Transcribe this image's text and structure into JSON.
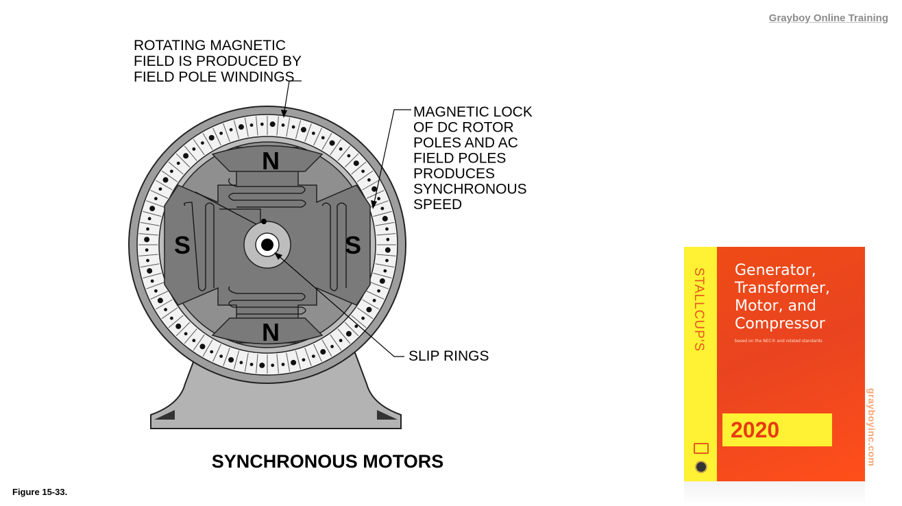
{
  "header": {
    "link_text": "Grayboy Online Training"
  },
  "diagram": {
    "label_rotating": [
      "ROTATING MAGNETIC",
      "FIELD  IS PRODUCED BY",
      "FIELD POLE WINDINGS"
    ],
    "label_lock": [
      "MAGNETIC LOCK",
      "OF DC ROTOR",
      "POLES AND AC",
      "FIELD POLES",
      "PRODUCES",
      "SYNCHRONOUS",
      "SPEED"
    ],
    "label_slip": "SLIP RINGS",
    "pole_top": "N",
    "pole_bottom": "N",
    "pole_left": "S",
    "pole_right": "S",
    "title": "SYNCHRONOUS MOTORS"
  },
  "caption": "Figure 15-33.",
  "book": {
    "spine_text": "STALLCUP'S",
    "title": "Generator,\nTransformer,\nMotor, and\nCompressor",
    "subtitle": "based on the NEC® and related standards",
    "year": "2020"
  },
  "side_url": "grayboyinc.com"
}
